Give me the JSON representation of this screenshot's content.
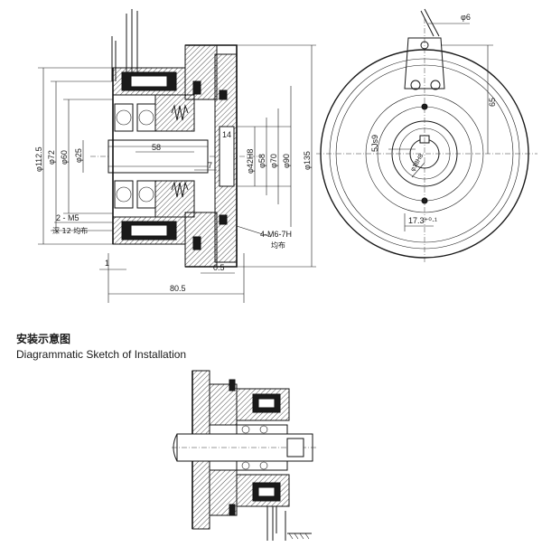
{
  "captions": {
    "chinese": "安装示意图",
    "english": "Diagrammatic Sketch of Installation"
  },
  "section_view_labels": {
    "phi_112_5": "φ112.5",
    "phi_72": "φ72",
    "phi_60": "φ60",
    "phi_25": "φ25",
    "len_58": "58",
    "len_14": "14",
    "len_7": "7",
    "phi_42h8": "φ42H8",
    "phi_58": "φ58",
    "phi_70": "φ70",
    "phi_90": "φ90",
    "phi_135": "φ135",
    "two_m5": "2 - M5",
    "two_m5_note": "深 12 均布",
    "four_m6": "4-M6-7H",
    "four_m6_note": "均布",
    "len_1": "1",
    "len_0_5": "0.5",
    "len_80_5": "80.5"
  },
  "end_view_labels": {
    "phi_6": "φ6",
    "len_65": "65",
    "key_5js9": "5Js9",
    "bore_phi_18h8": "φ18H8",
    "len_17_3": "17.3⁺⁰·¹"
  }
}
